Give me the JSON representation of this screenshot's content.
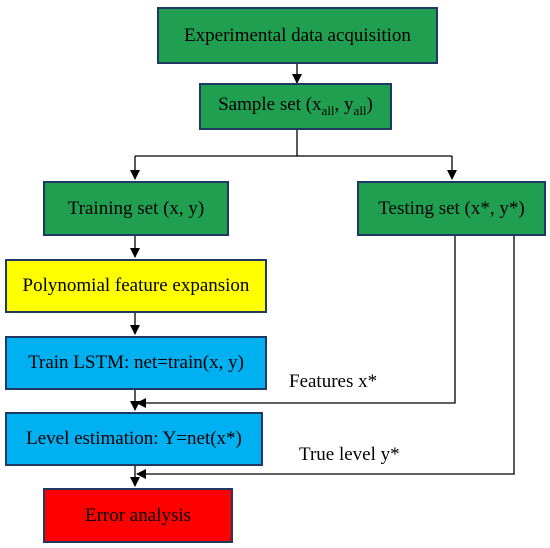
{
  "nodes": {
    "acquisition": {
      "label": "Experimental data acquisition"
    },
    "sample_set": {
      "label_prefix": "Sample set (x",
      "sub1": "all",
      "label_mid": ", y",
      "sub2": "all",
      "label_suffix": ")"
    },
    "training_set": {
      "label": "Training set (x, y)"
    },
    "testing_set": {
      "label": "Testing set (x*, y*)"
    },
    "poly_expansion": {
      "label": "Polynomial feature expansion"
    },
    "train_lstm": {
      "label": "Train LSTM: net=train(x, y)"
    },
    "level_estimation": {
      "label": "Level estimation: Y=net(x*)"
    },
    "error_analysis": {
      "label": "Error analysis"
    }
  },
  "edge_labels": {
    "features": "Features x*",
    "true_level": "True level y*"
  },
  "colors": {
    "green": "#1f9f4f",
    "yellow": "#ffff00",
    "blue": "#00b0f0",
    "red": "#ff0000",
    "border": "#1f3864"
  }
}
